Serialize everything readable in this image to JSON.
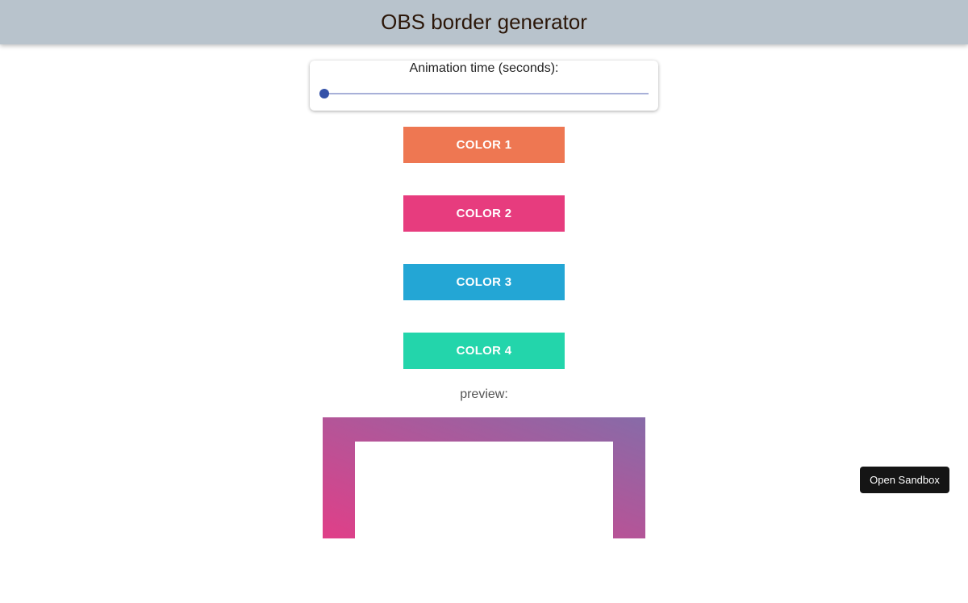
{
  "header": {
    "title": "OBS border generator"
  },
  "animation": {
    "label": "Animation time (seconds):",
    "slider_fraction": 0
  },
  "colors": [
    {
      "label": "COLOR 1",
      "color": "#ee7752"
    },
    {
      "label": "COLOR 2",
      "color": "#e73c7e"
    },
    {
      "label": "COLOR 3",
      "color": "#23a6d5"
    },
    {
      "label": "COLOR 4",
      "color": "#23d5ab"
    }
  ],
  "preview": {
    "label": "preview:",
    "gradient_from": "#e03f88",
    "gradient_to": "#876ba8"
  },
  "sandbox": {
    "label": "Open Sandbox"
  }
}
